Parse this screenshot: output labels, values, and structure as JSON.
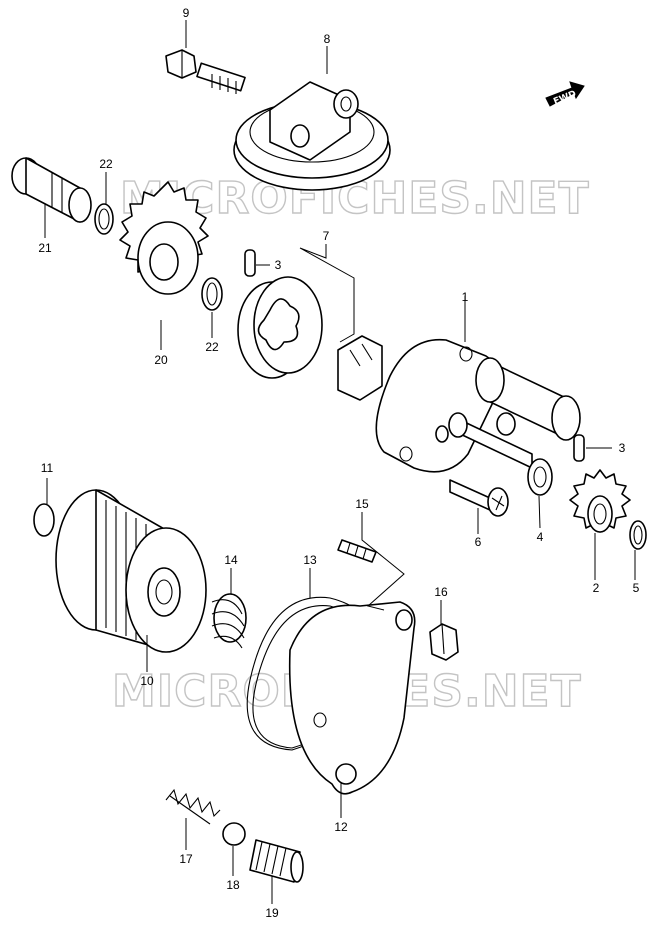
{
  "watermark": "MICROFICHES.NET",
  "direction_badge": "FWD",
  "labels": {
    "p1": "1",
    "p2": "2",
    "p3a": "3",
    "p3b": "3",
    "p4": "4",
    "p5": "5",
    "p6": "6",
    "p7": "7",
    "p8": "8",
    "p9": "9",
    "p10": "10",
    "p11": "11",
    "p12": "12",
    "p13": "13",
    "p14": "14",
    "p15": "15",
    "p16": "16",
    "p17": "17",
    "p18": "18",
    "p19": "19",
    "p20": "20",
    "p21": "21",
    "p22a": "22",
    "p22b": "22"
  }
}
